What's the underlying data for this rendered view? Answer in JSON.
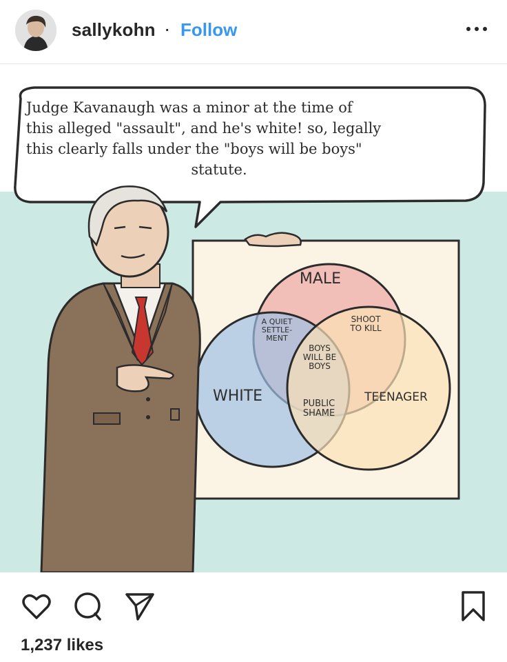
{
  "header": {
    "username": "sallykohn",
    "separator": "·",
    "follow_label": "Follow"
  },
  "comic": {
    "speech_lines": [
      "Judge Kavanaugh was a minor at the time of",
      "this alleged \"assault\", and he's white! so, legally",
      "this clearly falls under the \"boys will be boys\"",
      "statute."
    ],
    "venn": {
      "circle_male": "MALE",
      "circle_white": "WHITE",
      "circle_teenager": "TEENAGER",
      "male_white": "A QUIET SETTLE-MENT",
      "male_teenager": "SHOOT TO KILL",
      "center": "BOYS WILL BE BOYS",
      "white_teenager": "PUBLIC SHAME"
    },
    "colors": {
      "background": "#cde9e3",
      "board": "#fbf3e3",
      "male": "#f1b8b3",
      "white": "#9fc0e6",
      "teenager": "#fbe1b6",
      "suit": "#8a715a",
      "tie": "#c8372f"
    }
  },
  "actions": {
    "icons": [
      "heart-icon",
      "comment-icon",
      "share-icon",
      "bookmark-icon"
    ]
  },
  "likes_text": "1,237 likes"
}
